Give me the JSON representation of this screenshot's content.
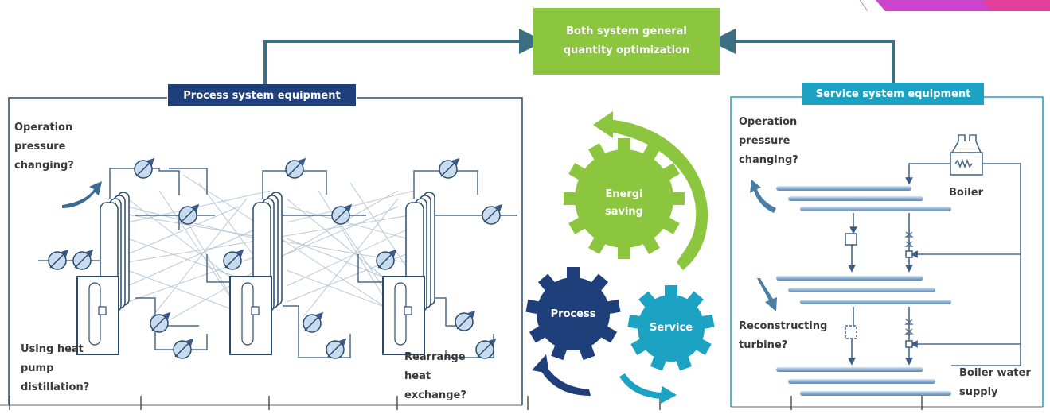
{
  "top": {
    "line1": "Both system general",
    "line2": "quantity optimization"
  },
  "process_panel": {
    "title": "Process system equipment",
    "q_top": [
      "Operation",
      "pressure",
      "changing?"
    ],
    "q_left": [
      "Using heat",
      "pump",
      "distillation?"
    ],
    "q_right": [
      "Rearrange",
      "heat",
      "exchange?"
    ]
  },
  "service_panel": {
    "title": "Service system equipment",
    "q_top": [
      "Operation",
      "pressure",
      "changing?"
    ],
    "boiler": "Boiler",
    "turbine": [
      "Reconstructing",
      "turbine?"
    ],
    "water": [
      "Boiler water",
      "supply"
    ]
  },
  "gears": {
    "energy": [
      "Energi",
      "saving"
    ],
    "process": "Process",
    "service": "Service"
  },
  "colors": {
    "green": "#8cc63f",
    "navy": "#1f3f7a",
    "teal": "#1ca3c4",
    "arrow_line": "#3a7082",
    "equip": "#7fa6cc",
    "magenta": "#cc44cc"
  }
}
